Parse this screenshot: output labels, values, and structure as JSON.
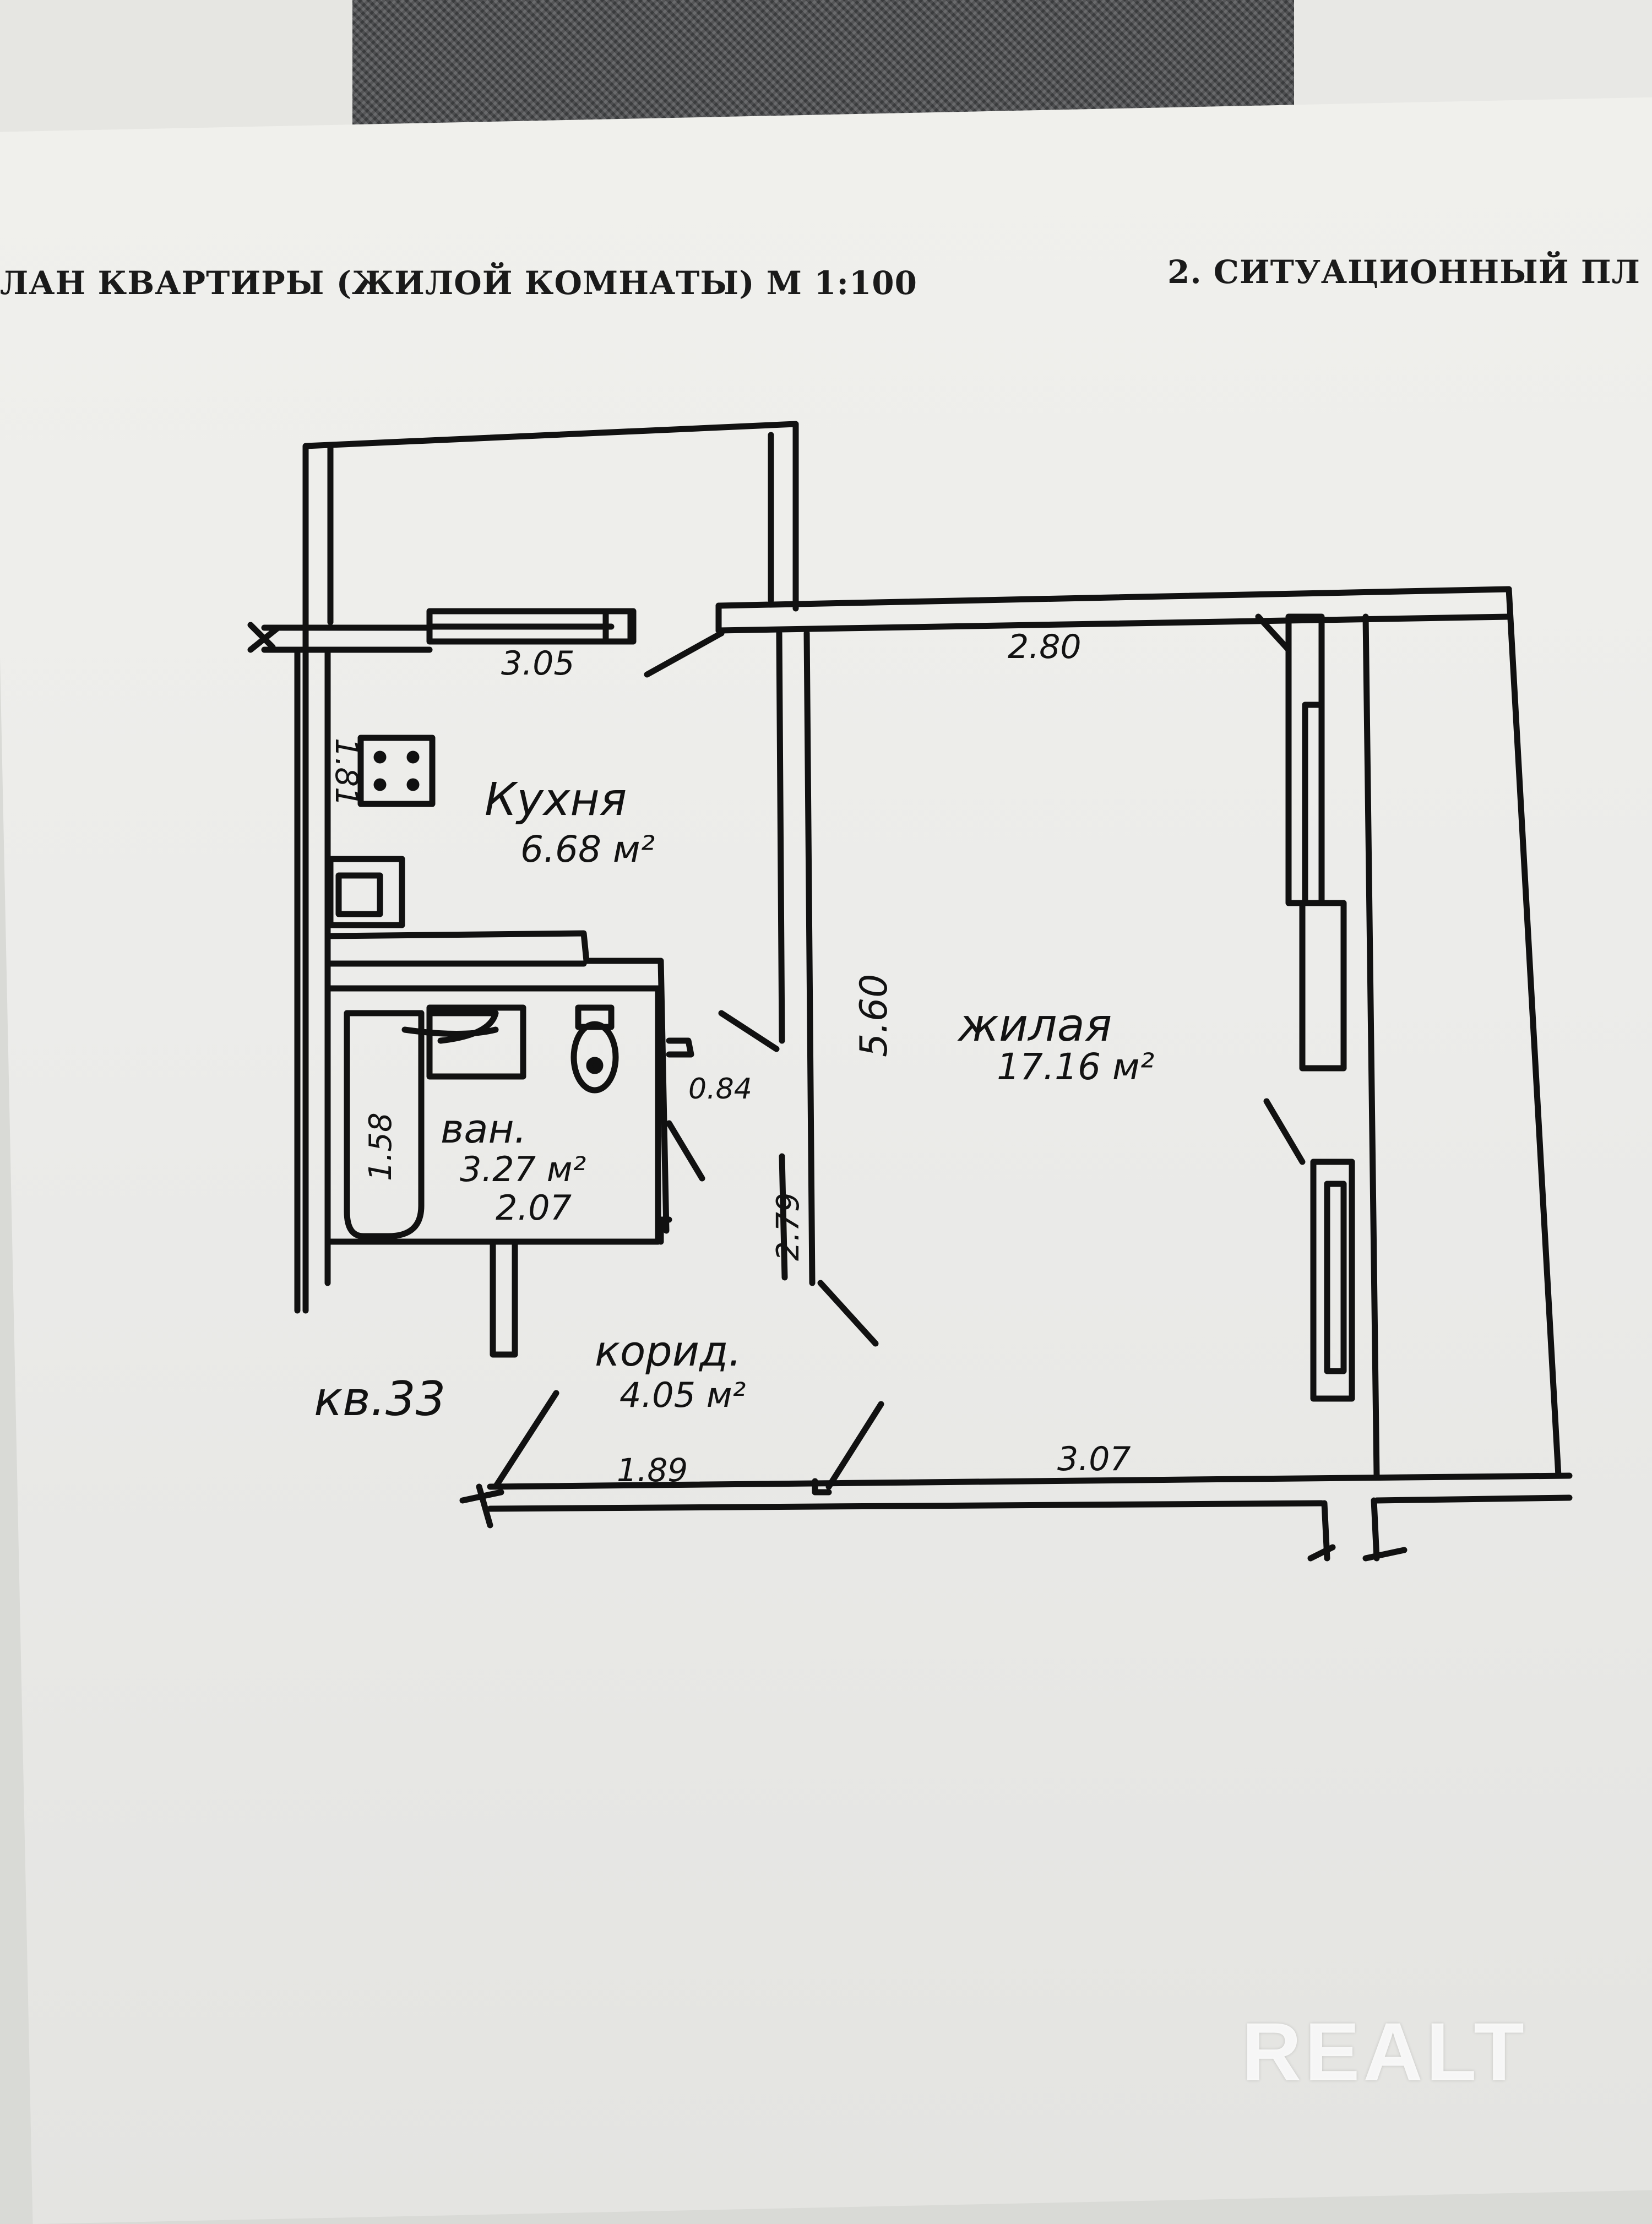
{
  "header": {
    "left_title": "ЛАН КВАРТИРЫ (ЖИЛОЙ КОМНАТЫ) М 1:100",
    "right_title": "2. СИТУАЦИОННЫЙ ПЛ"
  },
  "rooms": {
    "kitchen": {
      "name": "Кухня",
      "area": "6.68 м²"
    },
    "living": {
      "name": "жилая",
      "area": "17.16 м²"
    },
    "bath": {
      "name": "ван.",
      "area": "3.27 м²",
      "width": "2.07",
      "length": "1.58"
    },
    "corridor": {
      "name": "корид.",
      "area": "4.05 м²"
    }
  },
  "dimensions": {
    "kitchen_top": "3.05",
    "kitchen_side": "1.81",
    "living_top": "2.80",
    "living_side": "5.60",
    "closet": "0.84",
    "corridor_side": "2.79",
    "bottom_left": "1.89",
    "bottom_right": "3.07"
  },
  "apartment_label": "кв.33",
  "watermark": "REALT"
}
